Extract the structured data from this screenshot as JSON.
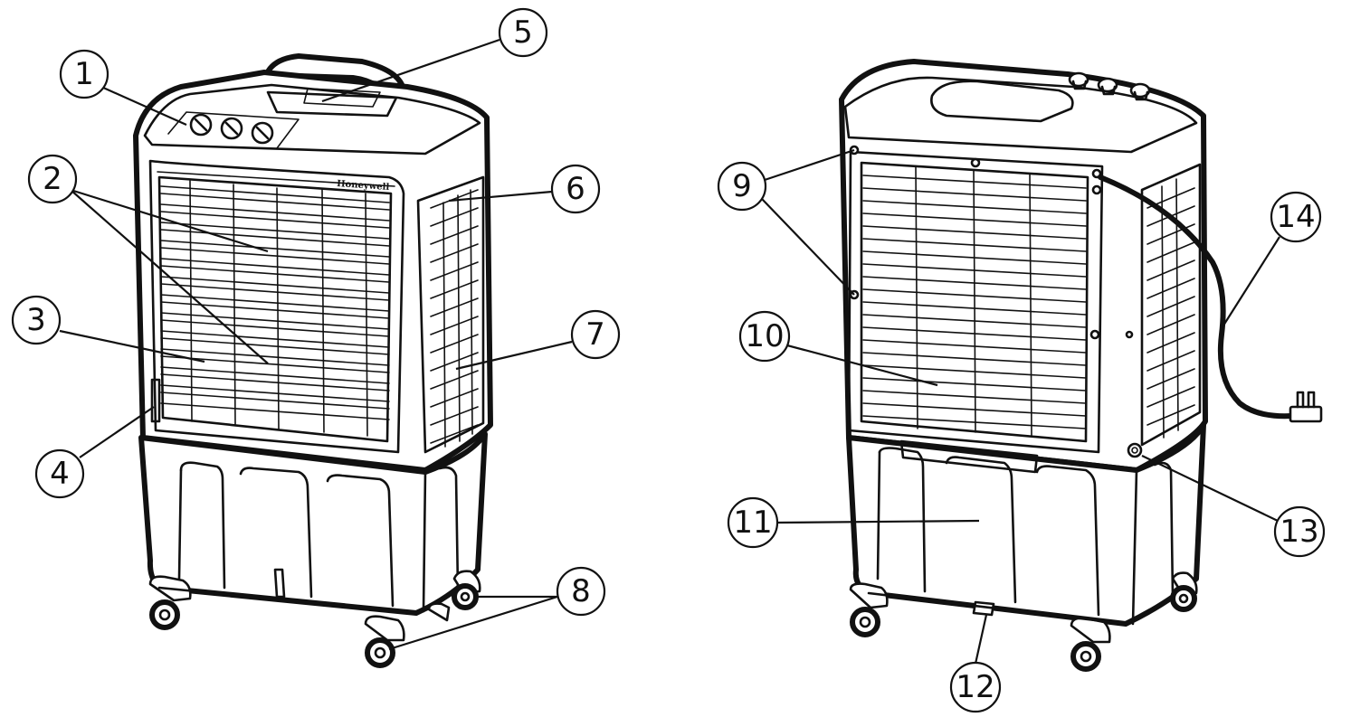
{
  "brand_label": "Honeywell",
  "callouts": [
    {
      "label": "1"
    },
    {
      "label": "2"
    },
    {
      "label": "3"
    },
    {
      "label": "4"
    },
    {
      "label": "5"
    },
    {
      "label": "6"
    },
    {
      "label": "7"
    },
    {
      "label": "8"
    },
    {
      "label": "9"
    },
    {
      "label": "10"
    },
    {
      "label": "11"
    },
    {
      "label": "12"
    },
    {
      "label": "13"
    },
    {
      "label": "14"
    }
  ]
}
